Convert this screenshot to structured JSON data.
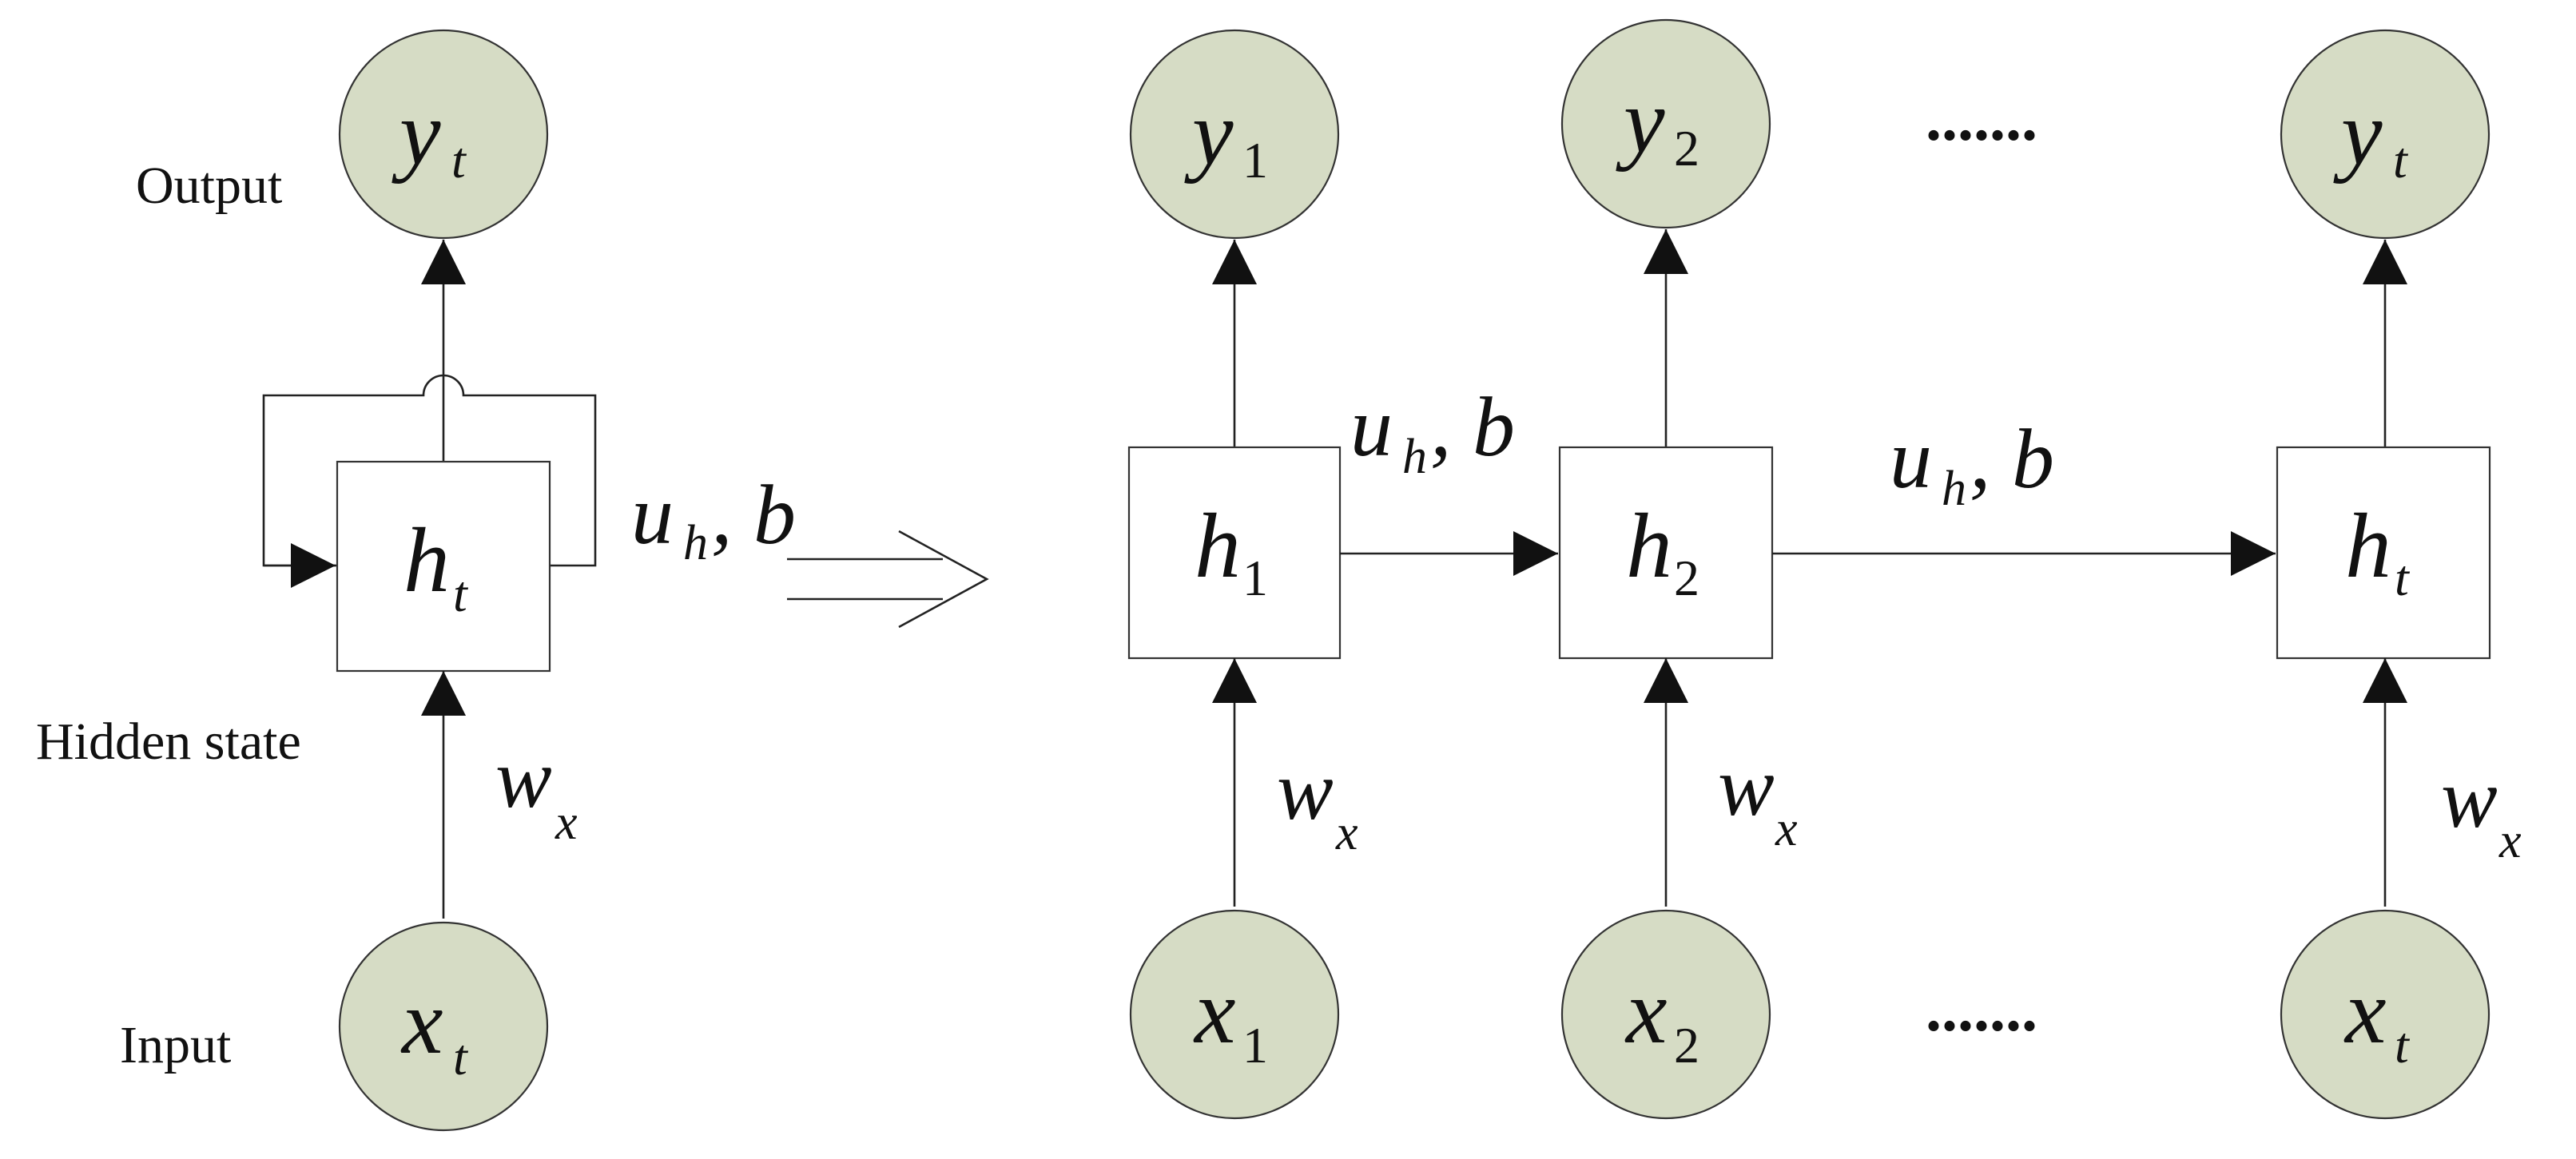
{
  "labels": {
    "output": "Output",
    "hidden_state": "Hidden state",
    "input": "Input"
  },
  "folded": {
    "y": {
      "base": "y",
      "sub": "t"
    },
    "h": {
      "base": "h",
      "sub": "t"
    },
    "x": {
      "base": "x",
      "sub": "t"
    },
    "recurrent_weight": {
      "base": "u",
      "sub": "h",
      "suffix": ", b"
    },
    "input_weight": {
      "base": "w",
      "sub": "x"
    }
  },
  "unrolled": {
    "steps": [
      {
        "y": {
          "base": "y",
          "sub": "1"
        },
        "h": {
          "base": "h",
          "sub": "1"
        },
        "x": {
          "base": "x",
          "sub": "1"
        },
        "w": {
          "base": "w",
          "sub": "x"
        }
      },
      {
        "y": {
          "base": "y",
          "sub": "2"
        },
        "h": {
          "base": "h",
          "sub": "2"
        },
        "x": {
          "base": "x",
          "sub": "2"
        },
        "w": {
          "base": "w",
          "sub": "x"
        }
      },
      {
        "y": {
          "base": "y",
          "sub": "t"
        },
        "h": {
          "base": "h",
          "sub": "t"
        },
        "x": {
          "base": "x",
          "sub": "t"
        },
        "w": {
          "base": "w",
          "sub": "x"
        }
      }
    ],
    "transitions": [
      {
        "base": "u",
        "sub": "h",
        "suffix": ", b"
      },
      {
        "base": "u",
        "sub": "h",
        "suffix": ", b"
      }
    ],
    "ellipsis_top": ".......",
    "ellipsis_bottom": "......."
  },
  "colors": {
    "node_fill": "#d6dcc5",
    "stroke": "#222222"
  }
}
